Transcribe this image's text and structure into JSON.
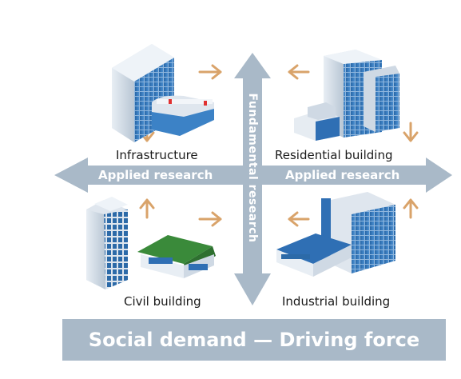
{
  "quadrants": {
    "top_left": "Infrastructure",
    "top_right": "Residential building",
    "bottom_left": "Civil building",
    "bottom_right": "Industrial building"
  },
  "arrows": {
    "horizontal_left": "Applied research",
    "horizontal_right": "Applied research",
    "vertical": "Fundamental research"
  },
  "banner": "Social demand — Driving force",
  "colors": {
    "axis_arrow": "#a9b9c8",
    "small_arrows": "#d9a36a",
    "banner": "#a9b9c8",
    "building_blue": "#2f6fb4",
    "roof_green": "#3a8a3a"
  }
}
